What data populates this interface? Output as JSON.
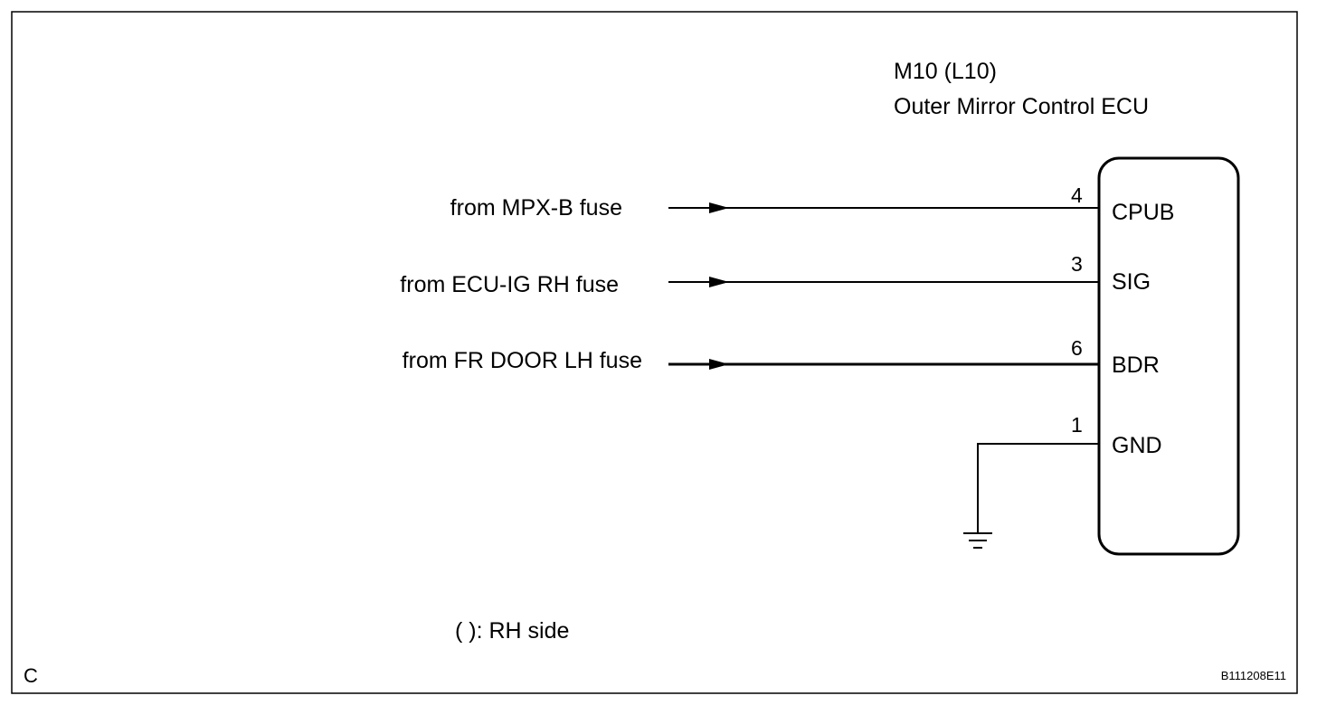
{
  "component": {
    "connector_id": "M10 (L10)",
    "name": "Outer Mirror Control ECU"
  },
  "pins": [
    {
      "number": "4",
      "terminal": "CPUB",
      "source": "from MPX-B fuse"
    },
    {
      "number": "3",
      "terminal": "SIG",
      "source": "from ECU-IG RH fuse"
    },
    {
      "number": "6",
      "terminal": "BDR",
      "source": "from FR DOOR LH fuse"
    },
    {
      "number": "1",
      "terminal": "GND",
      "source": ""
    }
  ],
  "legend": "( ): RH side",
  "corner_label": "C",
  "figure_code": "B111208E11",
  "icons": {
    "ground": "ground-icon",
    "arrow": "arrow-right-icon"
  }
}
